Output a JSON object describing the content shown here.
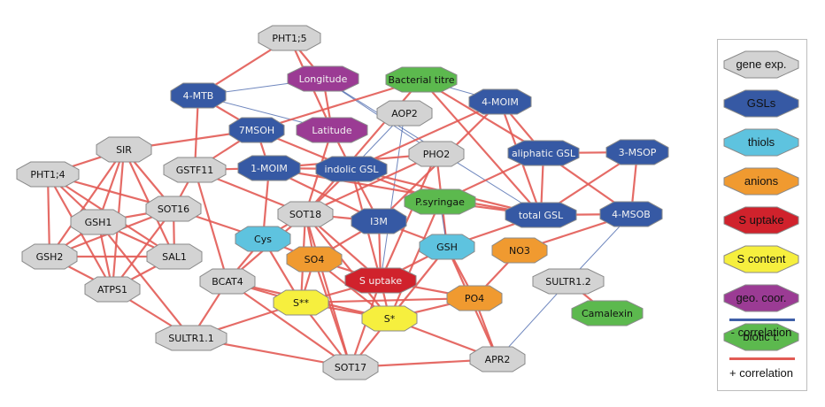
{
  "colors": {
    "gene_exp": "#d3d3d3",
    "GSLs": "#3659a4",
    "thiols": "#5ec3df",
    "anions": "#f09a30",
    "S_uptake": "#d0222c",
    "S_content": "#f6ef3e",
    "geo_coor": "#9b3b94",
    "biotic": "#5cb94e",
    "neg_line": "#3f5fa8",
    "pos_line": "#e25b55",
    "node_stroke": "#8a8a8a"
  },
  "legend": {
    "items": [
      {
        "label": "gene exp.",
        "category": "gene_exp"
      },
      {
        "label": "GSLs",
        "category": "GSLs"
      },
      {
        "label": "thiols",
        "category": "thiols"
      },
      {
        "label": "anions",
        "category": "anions"
      },
      {
        "label": "S uptake",
        "category": "S_uptake"
      },
      {
        "label": "S content",
        "category": "S_content"
      },
      {
        "label": "geo. coor.",
        "category": "geo_coor"
      },
      {
        "label": "biotic t.",
        "category": "biotic"
      }
    ],
    "neg_label": "- correlation",
    "pos_label": "+ correlation"
  },
  "nodes": [
    {
      "id": "PHT1;5",
      "category": "gene_exp"
    },
    {
      "id": "Longitude",
      "category": "geo_coor"
    },
    {
      "id": "Bacterial titre",
      "category": "biotic"
    },
    {
      "id": "4-MTB",
      "category": "GSLs"
    },
    {
      "id": "AOP2",
      "category": "gene_exp"
    },
    {
      "id": "4-MOIM",
      "category": "GSLs"
    },
    {
      "id": "7MSOH",
      "category": "GSLs"
    },
    {
      "id": "Latitude",
      "category": "geo_coor"
    },
    {
      "id": "SIR",
      "category": "gene_exp"
    },
    {
      "id": "PHO2",
      "category": "gene_exp"
    },
    {
      "id": "aliphatic GSL",
      "category": "GSLs"
    },
    {
      "id": "3-MSOP",
      "category": "GSLs"
    },
    {
      "id": "GSTF11",
      "category": "gene_exp"
    },
    {
      "id": "1-MOIM",
      "category": "GSLs"
    },
    {
      "id": "indolic GSL",
      "category": "GSLs"
    },
    {
      "id": "PHT1;4",
      "category": "gene_exp"
    },
    {
      "id": "P.syringae",
      "category": "biotic"
    },
    {
      "id": "SOT16",
      "category": "gene_exp"
    },
    {
      "id": "SOT18",
      "category": "gene_exp"
    },
    {
      "id": "total GSL",
      "category": "GSLs"
    },
    {
      "id": "4-MSOB",
      "category": "GSLs"
    },
    {
      "id": "GSH1",
      "category": "gene_exp"
    },
    {
      "id": "I3M",
      "category": "GSLs"
    },
    {
      "id": "Cys",
      "category": "thiols"
    },
    {
      "id": "GSH",
      "category": "thiols"
    },
    {
      "id": "NO3",
      "category": "anions"
    },
    {
      "id": "GSH2",
      "category": "gene_exp"
    },
    {
      "id": "SAL1",
      "category": "gene_exp"
    },
    {
      "id": "SO4",
      "category": "anions"
    },
    {
      "id": "BCAT4",
      "category": "gene_exp"
    },
    {
      "id": "S uptake",
      "category": "S_uptake"
    },
    {
      "id": "SULTR1.2",
      "category": "gene_exp"
    },
    {
      "id": "ATPS1",
      "category": "gene_exp"
    },
    {
      "id": "PO4",
      "category": "anions"
    },
    {
      "id": "S**",
      "category": "S_content"
    },
    {
      "id": "Camalexin",
      "category": "biotic"
    },
    {
      "id": "S*",
      "category": "S_content"
    },
    {
      "id": "SULTR1.1",
      "category": "gene_exp"
    },
    {
      "id": "APR2",
      "category": "gene_exp"
    },
    {
      "id": "SOT17",
      "category": "gene_exp"
    }
  ],
  "edges": [
    [
      "PHT1;5",
      "Longitude",
      "p"
    ],
    [
      "PHT1;5",
      "4-MTB",
      "p"
    ],
    [
      "PHT1;5",
      "Latitude",
      "p"
    ],
    [
      "4-MTB",
      "Longitude",
      "n"
    ],
    [
      "4-MTB",
      "7MSOH",
      "p"
    ],
    [
      "4-MTB",
      "GSTF11",
      "p"
    ],
    [
      "4-MTB",
      "Latitude",
      "n"
    ],
    [
      "Longitude",
      "Latitude",
      "p"
    ],
    [
      "Longitude",
      "PHO2",
      "n"
    ],
    [
      "Longitude",
      "total GSL",
      "n"
    ],
    [
      "Bacterial titre",
      "7MSOH",
      "p"
    ],
    [
      "Bacterial titre",
      "aliphatic GSL",
      "p"
    ],
    [
      "Bacterial titre",
      "total GSL",
      "p"
    ],
    [
      "Bacterial titre",
      "SOT18",
      "p"
    ],
    [
      "Bacterial titre",
      "4-MOIM",
      "n"
    ],
    [
      "AOP2",
      "S uptake",
      "n"
    ],
    [
      "AOP2",
      "indolic GSL",
      "n"
    ],
    [
      "4-MOIM",
      "aliphatic GSL",
      "p"
    ],
    [
      "4-MOIM",
      "indolic GSL",
      "p"
    ],
    [
      "4-MOIM",
      "I3M",
      "p"
    ],
    [
      "4-MOIM",
      "total GSL",
      "p"
    ],
    [
      "7MSOH",
      "SIR",
      "p"
    ],
    [
      "7MSOH",
      "1-MOIM",
      "p"
    ],
    [
      "7MSOH",
      "indolic GSL",
      "p"
    ],
    [
      "7MSOH",
      "GSTF11",
      "p"
    ],
    [
      "Latitude",
      "indolic GSL",
      "p"
    ],
    [
      "Latitude",
      "SOT18",
      "p"
    ],
    [
      "SIR",
      "PHT1;4",
      "p"
    ],
    [
      "SIR",
      "GSH1",
      "p"
    ],
    [
      "SIR",
      "GSH2",
      "p"
    ],
    [
      "SIR",
      "SOT16",
      "p"
    ],
    [
      "SIR",
      "SAL1",
      "p"
    ],
    [
      "SIR",
      "ATPS1",
      "p"
    ],
    [
      "PHO2",
      "1-MOIM",
      "p"
    ],
    [
      "PHO2",
      "GSH",
      "p"
    ],
    [
      "PHO2",
      "SOT18",
      "p"
    ],
    [
      "PHO2",
      "S uptake",
      "p"
    ],
    [
      "aliphatic GSL",
      "3-MSOP",
      "p"
    ],
    [
      "aliphatic GSL",
      "4-MSOB",
      "p"
    ],
    [
      "aliphatic GSL",
      "total GSL",
      "p"
    ],
    [
      "aliphatic GSL",
      "P.syringae",
      "p"
    ],
    [
      "3-MSOP",
      "4-MSOB",
      "p"
    ],
    [
      "3-MSOP",
      "total GSL",
      "p"
    ],
    [
      "GSTF11",
      "1-MOIM",
      "p"
    ],
    [
      "GSTF11",
      "SOT16",
      "p"
    ],
    [
      "GSTF11",
      "SOT18",
      "p"
    ],
    [
      "GSTF11",
      "BCAT4",
      "p"
    ],
    [
      "1-MOIM",
      "indolic GSL",
      "p"
    ],
    [
      "1-MOIM",
      "I3M",
      "p"
    ],
    [
      "1-MOIM",
      "Cys",
      "p"
    ],
    [
      "1-MOIM",
      "total GSL",
      "p"
    ],
    [
      "indolic GSL",
      "I3M",
      "p"
    ],
    [
      "indolic GSL",
      "total GSL",
      "p"
    ],
    [
      "indolic GSL",
      "SOT18",
      "p"
    ],
    [
      "indolic GSL",
      "S uptake",
      "p"
    ],
    [
      "indolic GSL",
      "P.syringae",
      "p"
    ],
    [
      "PHT1;4",
      "GSH1",
      "p"
    ],
    [
      "PHT1;4",
      "GSH2",
      "p"
    ],
    [
      "PHT1;4",
      "SOT16",
      "p"
    ],
    [
      "PHT1;4",
      "SAL1",
      "p"
    ],
    [
      "PHT1;4",
      "ATPS1",
      "p"
    ],
    [
      "P.syringae",
      "GSH",
      "n"
    ],
    [
      "P.syringae",
      "S*",
      "p"
    ],
    [
      "P.syringae",
      "total GSL",
      "p"
    ],
    [
      "SOT16",
      "GSH1",
      "p"
    ],
    [
      "SOT16",
      "GSH2",
      "p"
    ],
    [
      "SOT16",
      "ATPS1",
      "p"
    ],
    [
      "SOT16",
      "SAL1",
      "p"
    ],
    [
      "SOT16",
      "Cys",
      "p"
    ],
    [
      "SOT18",
      "I3M",
      "p"
    ],
    [
      "SOT18",
      "SO4",
      "p"
    ],
    [
      "SOT18",
      "S**",
      "p"
    ],
    [
      "SOT18",
      "S*",
      "p"
    ],
    [
      "SOT18",
      "S uptake",
      "p"
    ],
    [
      "SOT18",
      "SOT17",
      "p"
    ],
    [
      "SOT18",
      "Cys",
      "p"
    ],
    [
      "SOT18",
      "BCAT4",
      "p"
    ],
    [
      "total GSL",
      "4-MSOB",
      "p"
    ],
    [
      "total GSL",
      "GSH",
      "p"
    ],
    [
      "4-MSOB",
      "SULTR1.2",
      "n"
    ],
    [
      "4-MSOB",
      "NO3",
      "p"
    ],
    [
      "GSH1",
      "GSH2",
      "p"
    ],
    [
      "GSH1",
      "SAL1",
      "p"
    ],
    [
      "GSH1",
      "ATPS1",
      "p"
    ],
    [
      "GSH1",
      "SULTR1.1",
      "p"
    ],
    [
      "I3M",
      "S uptake",
      "p"
    ],
    [
      "I3M",
      "GSH",
      "p"
    ],
    [
      "I3M",
      "SO4",
      "p"
    ],
    [
      "Cys",
      "SO4",
      "p"
    ],
    [
      "Cys",
      "S**",
      "p"
    ],
    [
      "Cys",
      "BCAT4",
      "p"
    ],
    [
      "GSH",
      "S uptake",
      "p"
    ],
    [
      "GSH",
      "PO4",
      "p"
    ],
    [
      "GSH",
      "S*",
      "p"
    ],
    [
      "GSH",
      "APR2",
      "p"
    ],
    [
      "NO3",
      "PO4",
      "p"
    ],
    [
      "GSH2",
      "SAL1",
      "p"
    ],
    [
      "GSH2",
      "ATPS1",
      "p"
    ],
    [
      "SAL1",
      "ATPS1",
      "p"
    ],
    [
      "SO4",
      "S uptake",
      "p"
    ],
    [
      "SO4",
      "S**",
      "p"
    ],
    [
      "SO4",
      "S*",
      "p"
    ],
    [
      "SO4",
      "SOT17",
      "p"
    ],
    [
      "BCAT4",
      "S**",
      "p"
    ],
    [
      "BCAT4",
      "S*",
      "p"
    ],
    [
      "BCAT4",
      "SULTR1.1",
      "p"
    ],
    [
      "BCAT4",
      "SOT17",
      "p"
    ],
    [
      "S uptake",
      "S**",
      "p"
    ],
    [
      "S uptake",
      "S*",
      "p"
    ],
    [
      "S uptake",
      "PO4",
      "p"
    ],
    [
      "S uptake",
      "SOT17",
      "p"
    ],
    [
      "SULTR1.2",
      "Camalexin",
      "p"
    ],
    [
      "SULTR1.2",
      "APR2",
      "n"
    ],
    [
      "ATPS1",
      "SULTR1.1",
      "p"
    ],
    [
      "PO4",
      "S**",
      "p"
    ],
    [
      "PO4",
      "S*",
      "p"
    ],
    [
      "PO4",
      "APR2",
      "p"
    ],
    [
      "S**",
      "S*",
      "p"
    ],
    [
      "S**",
      "SULTR1.1",
      "p"
    ],
    [
      "S**",
      "SOT17",
      "p"
    ],
    [
      "S*",
      "SOT17",
      "p"
    ],
    [
      "S*",
      "APR2",
      "p"
    ],
    [
      "SULTR1.1",
      "SOT17",
      "p"
    ],
    [
      "SOT17",
      "APR2",
      "p"
    ]
  ]
}
